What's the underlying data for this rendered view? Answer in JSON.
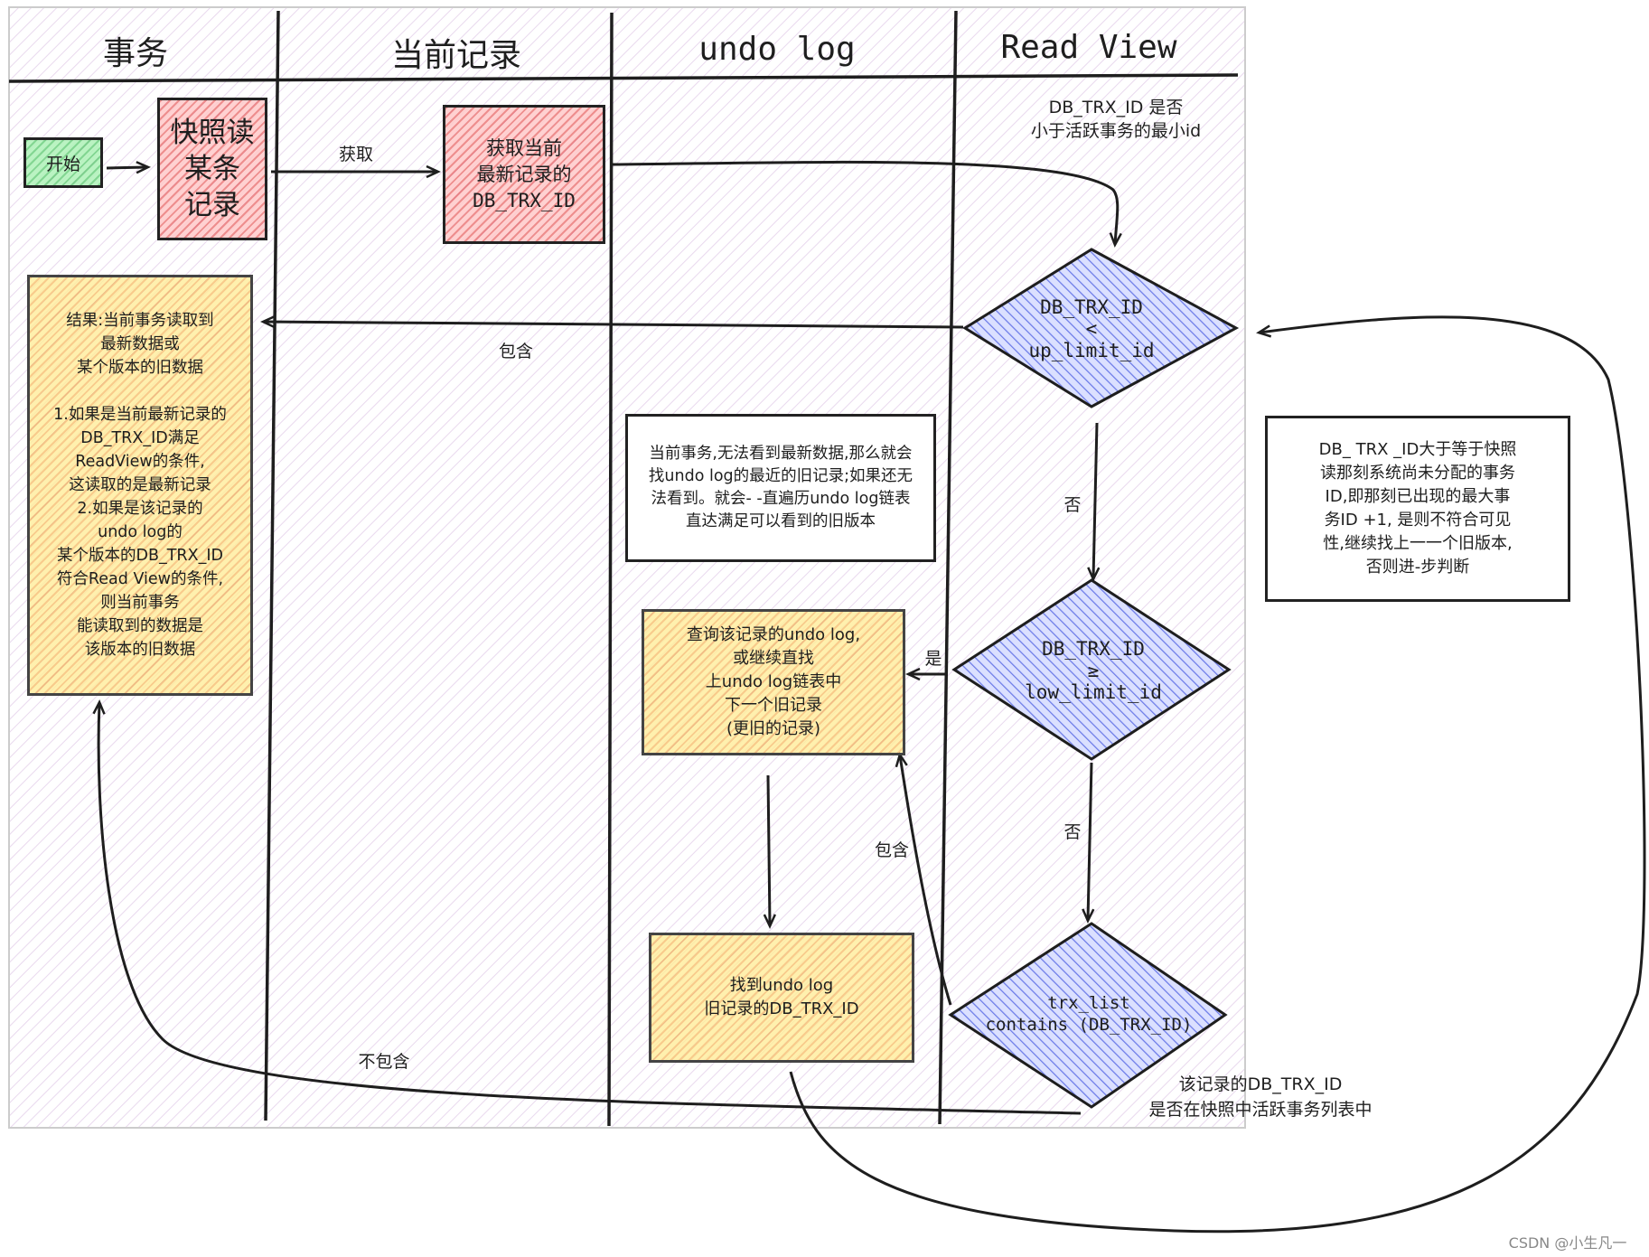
{
  "lanes": {
    "transaction": "事务",
    "current_record": "当前记录",
    "undo_log": "undo log",
    "read_view": "Read View"
  },
  "nodes": {
    "start": "开始",
    "snapshot_read": "快照读\n某条\n记录",
    "get_latest": "获取当前\n最新记录的\nDB_TRX_ID",
    "result": "结果:当前事务读取到\n最新数据或\n某个版本的旧数据\n\n1.如果是当前最新记录的\nDB_TRX_ID满足\nReadView的条件,\n这读取的是最新记录\n2.如果是该记录的\nundo log的\n某个版本的DB_TRX_ID\n符合Read View的条件,\n则当前事务\n能读取到的数据是\n该版本的旧数据",
    "undo_note": "当前事务,无法看到最新数据,那么就会\n找undo log的最近的旧记录;如果还无\n法看到。就会- -直遍历undo log链表\n直达满足可以看到的旧版本",
    "query_undo": "查询该记录的undo log,\n或继续直找\n上undo log链表中\n下一个旧记录\n(更旧的记录)",
    "find_undo": "找到undo log\n旧记录的DB_TRX_ID",
    "read_view_note": "DB_ TRX _ID大于等于快照\n读那刻系统尚未分配的事务\nID,即那刻已出现的最大事\n务ID +1, 是则不符合可见\n性,继续找上一一个旧版本,\n否则进-步判断"
  },
  "diamonds": {
    "d1": "DB_TRX_ID\n<\nup_limit_id",
    "d2": "DB_TRX_ID\n≥\nlow_limit_id",
    "d3": "trx_list\ncontains (DB_TRX_ID)"
  },
  "labels": {
    "fetch": "获取",
    "contains_1": "包含",
    "no_1": "否",
    "yes": "是",
    "no_2": "否",
    "contains_2": "包含",
    "not_contains": "不包含",
    "d1_question": "DB_TRX_ID 是否\n小于活跃事务的最小id",
    "d3_question": "该记录的DB_TRX_ID\n是否在快照中活跃事务列表中",
    "watermark": "CSDN @小生凡一"
  },
  "colors": {
    "red_fill": "#ffc9c9",
    "green_fill": "#b2f2bb",
    "yellow_fill": "#ffec99",
    "blue_fill": "#a5b4fc",
    "stroke": "#1e1e1e"
  }
}
